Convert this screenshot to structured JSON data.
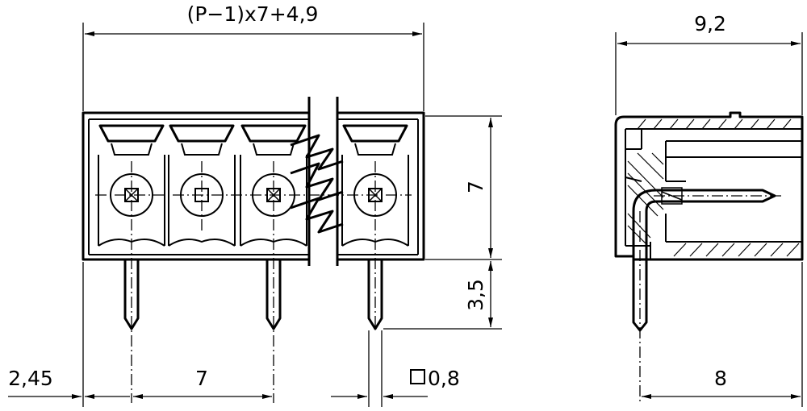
{
  "dimensions": {
    "overall_length": "(P−1)x7+4,9",
    "depth": "9,2",
    "body_height": "7",
    "pin_length": "3,5",
    "edge_offset": "2,45",
    "pitch": "7",
    "pin_size": "0,8",
    "pin_to_back": "8"
  }
}
